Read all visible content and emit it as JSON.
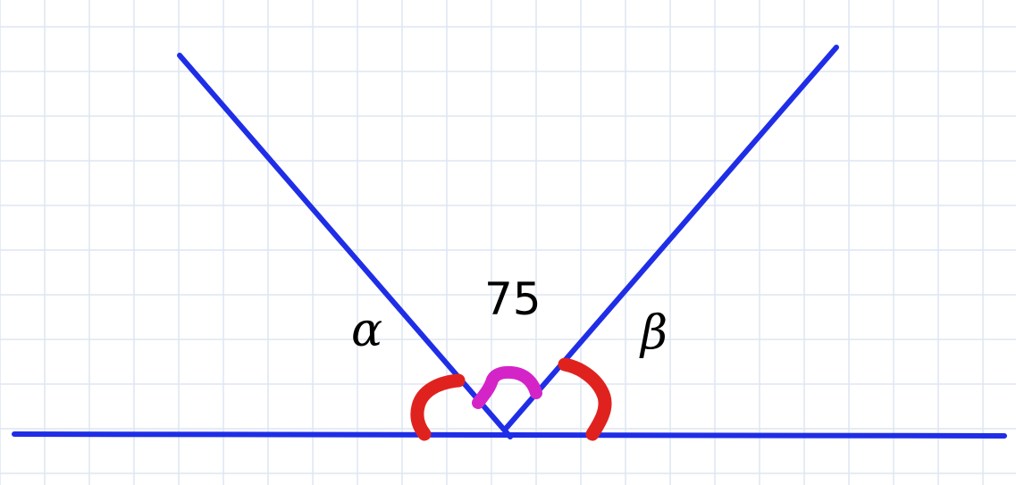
{
  "diagram": {
    "angle_value_label": "75",
    "left_angle_label": "α",
    "right_angle_label": "β"
  },
  "colors": {
    "background": "#ffffff",
    "grid": "#dde6f2",
    "line": "#1f2ee6",
    "arc_side": "#e0221f",
    "arc_center": "#d424c8",
    "text": "#000000"
  }
}
